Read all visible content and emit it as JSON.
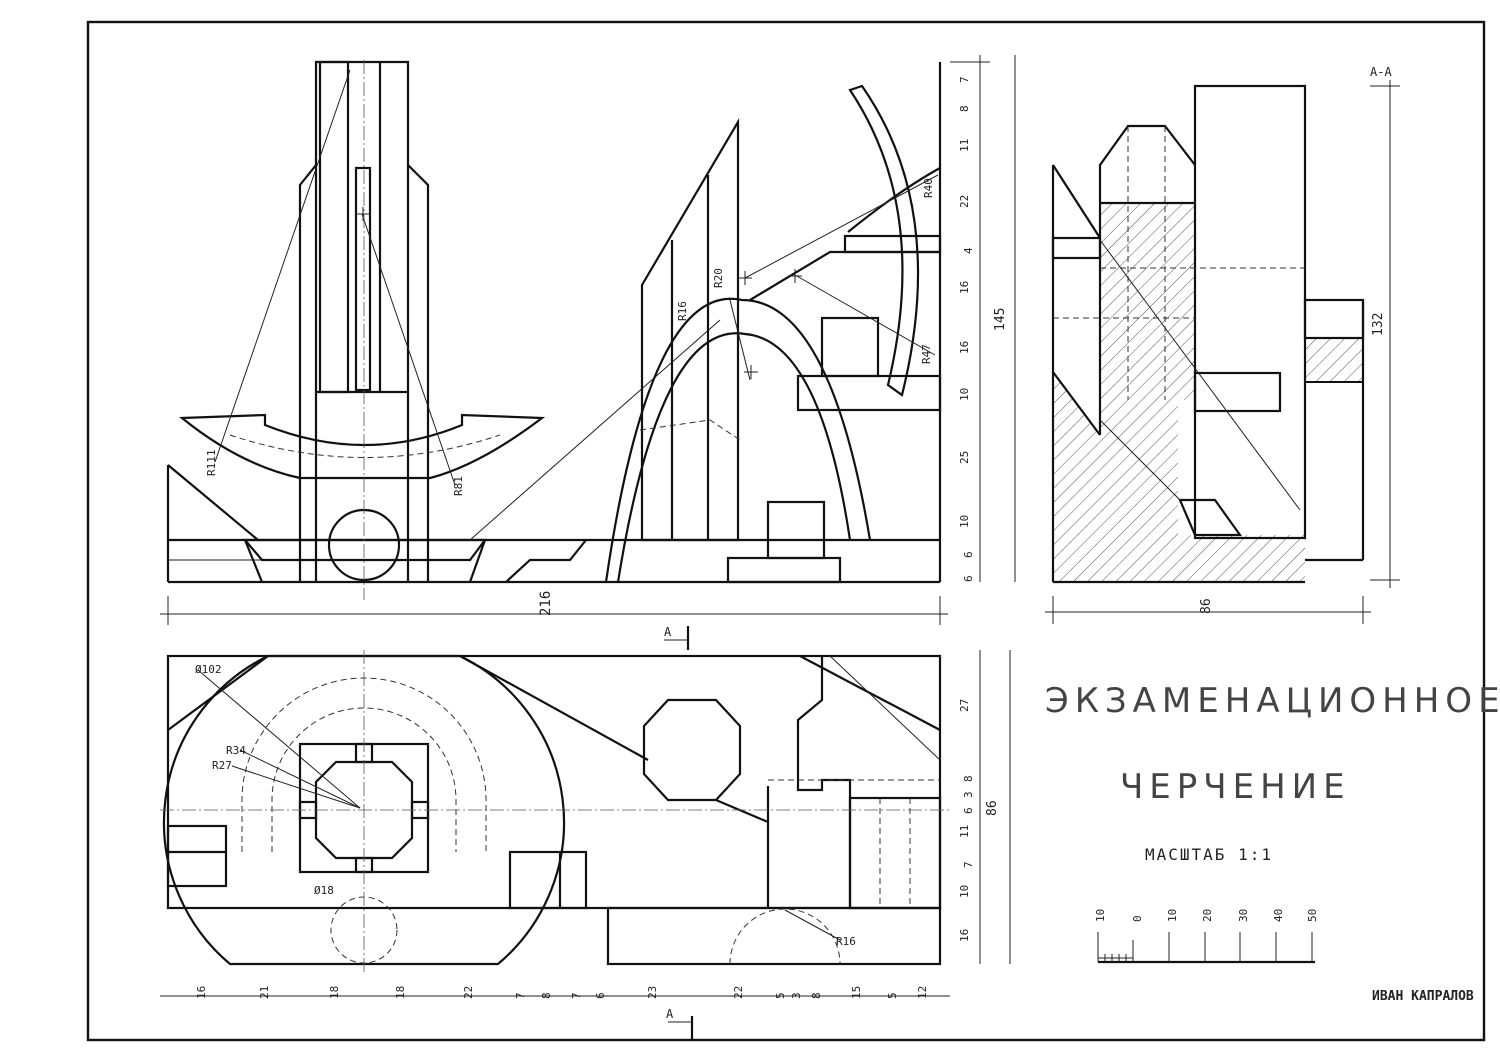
{
  "title": {
    "line1": "ЭКЗАМЕНАЦИОННОЕ",
    "line2": "ЧЕРЧЕНИЕ",
    "scale": "МАСШТАБ 1:1"
  },
  "author": "ИВАН КАПРАЛОВ",
  "section_label": "А-А",
  "cut_mark": "А",
  "scale_bar": {
    "labels": [
      "10",
      "0",
      "10",
      "20",
      "30",
      "40",
      "50"
    ]
  },
  "dimensions": {
    "front_width": "216",
    "front_height": "145",
    "side_height": "132",
    "side_width": "86",
    "top_height": "86",
    "front_vertical": [
      "7",
      "8",
      "11",
      "22",
      "4",
      "16",
      "16",
      "10",
      "25",
      "10",
      "6",
      "6"
    ],
    "top_vertical": [
      "27",
      "8",
      "3",
      "6",
      "11",
      "7",
      "10",
      "16"
    ],
    "top_horizontal": [
      "16",
      "21",
      "18",
      "18",
      "22",
      "7",
      "8",
      "7",
      "6",
      "23",
      "22",
      "5",
      "3",
      "8",
      "15",
      "5",
      "12"
    ],
    "radii_front": [
      "R111",
      "R81",
      "R16",
      "R20",
      "R40",
      "R47"
    ],
    "radii_top": [
      "Ø102",
      "R34",
      "R27",
      "Ø18",
      "R16"
    ]
  }
}
